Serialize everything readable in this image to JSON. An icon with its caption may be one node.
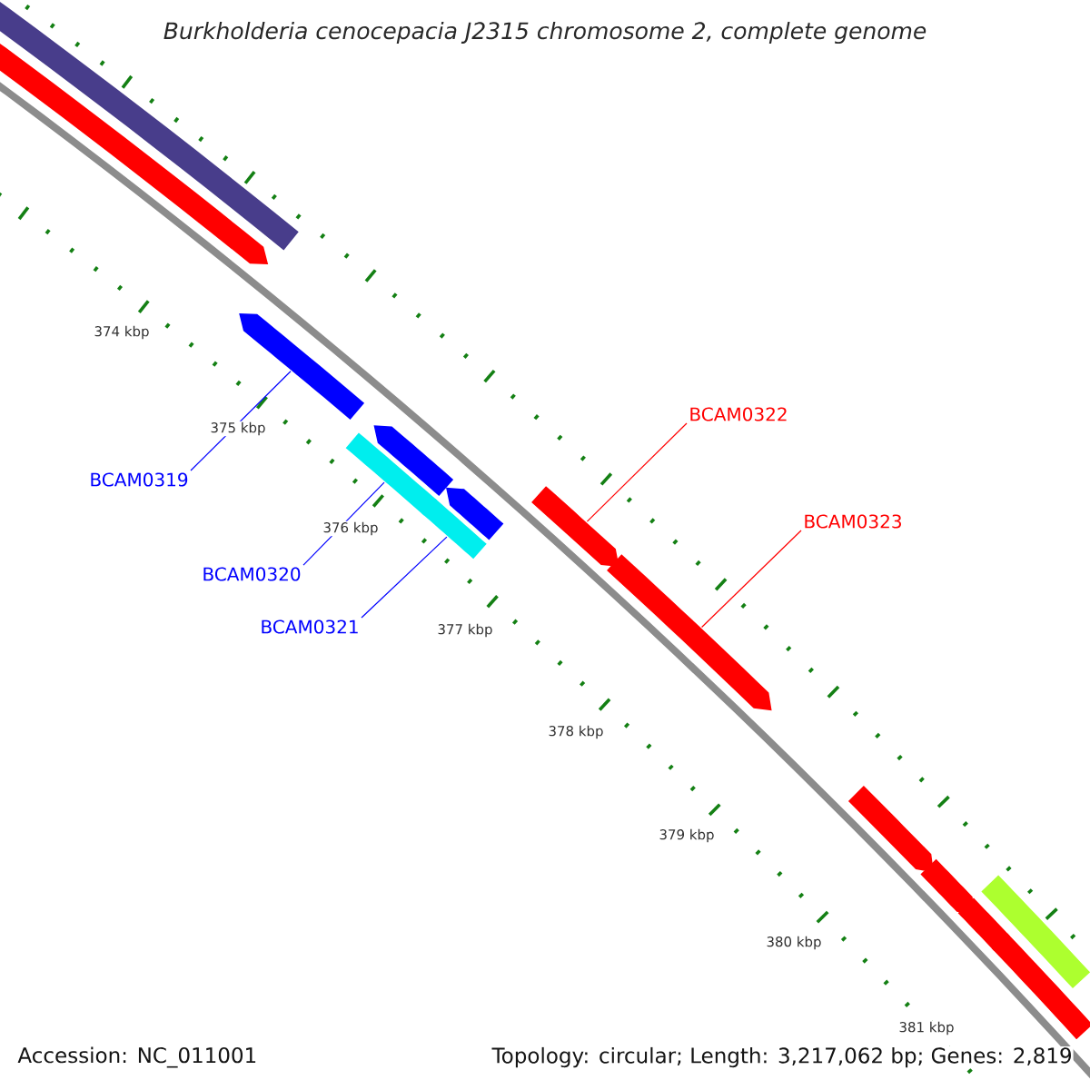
{
  "diagram": {
    "title": "Burkholderia cenocepacia J2315 chromosome 2, complete genome",
    "nodes": [
      {
        "text": [
          "BCAM0319"
        ]
      },
      {
        "text": [
          "BCAM0320"
        ]
      },
      {
        "text": [
          "BCAM0321"
        ]
      },
      {
        "text": [
          "BCAM0322"
        ]
      },
      {
        "text": [
          "BCAM0323"
        ]
      },
      {
        "text": [],
        "shape": "bar"
      },
      {
        "text": [],
        "shape": "arrow"
      },
      {
        "text": [],
        "shape": "arrow"
      },
      {
        "text": [],
        "shape": "bar"
      },
      {
        "text": [],
        "shape": "arrow"
      },
      {
        "text": [],
        "shape": "bar"
      },
      {
        "text": [],
        "shape": "arrow"
      },
      {
        "text": [],
        "shape": "arrow"
      },
      {
        "text": [],
        "shape": "arrow"
      },
      {
        "text": [],
        "shape": "arrow"
      },
      {
        "text": [],
        "shape": "arrow"
      },
      {
        "text": [],
        "shape": "arrow"
      },
      {
        "text": [],
        "shape": "bar"
      },
      {
        "text": [],
        "shape": "bar"
      }
    ],
    "edges": [
      {
        "from": 0,
        "to": 7,
        "arrow": "none",
        "color": "#0000ff"
      },
      {
        "from": 1,
        "to": 8,
        "arrow": "none",
        "color": "#0000ff"
      },
      {
        "from": 2,
        "to": 10,
        "arrow": "none",
        "color": "#0000ff"
      },
      {
        "from": 3,
        "to": 12,
        "arrow": "none",
        "color": "#ff0000"
      },
      {
        "from": 4,
        "to": 13,
        "arrow": "none",
        "color": "#ff0000"
      }
    ],
    "labels": [
      "374 kbp",
      "375 kbp",
      "376 kbp",
      "377 kbp",
      "378 kbp",
      "379 kbp",
      "380 kbp",
      "381 kbp",
      "Accession: NC_011001",
      "Topology: circular; Length: 3,217,062 bp; Genes: 2,819"
    ]
  }
}
